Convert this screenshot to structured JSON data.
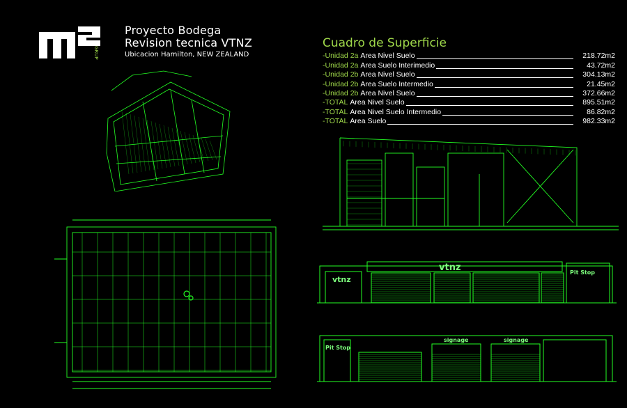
{
  "logo": {
    "mark": "m2",
    "sub": "GRUPO"
  },
  "header": {
    "line1": "Proyecto Bodega",
    "line2": "Revision tecnica VTNZ",
    "line3": "Ubicacion Hamilton, NEW ZEALAND"
  },
  "table": {
    "title": "Cuadro de Superficie",
    "rows": [
      {
        "dash": "- ",
        "unit": "Unidad 2a",
        "desc": "Area Nivel Suelo",
        "value": "218.72m2"
      },
      {
        "dash": "- ",
        "unit": "Unidad 2a",
        "desc": "Area Suelo Interimedio",
        "value": "43.72m2"
      },
      {
        "dash": "- ",
        "unit": "Unidad 2b",
        "desc": "Area Nivel Suelo",
        "value": "304.13m2"
      },
      {
        "dash": "- ",
        "unit": "Unidad 2b",
        "desc": "Area Suelo Intermedio",
        "value": "21.45m2"
      },
      {
        "dash": "- ",
        "unit": "Unidad 2b",
        "desc": "Area Nivel Suelo",
        "value": "372.66m2"
      },
      {
        "dash": "- ",
        "unit": "TOTAL",
        "desc": "Area Nivel Suelo",
        "value": "895.51m2"
      },
      {
        "dash": "- ",
        "unit": "TOTAL",
        "desc": "Area Nivel Suelo Intermedio",
        "value": "86.82m2"
      },
      {
        "dash": "- ",
        "unit": "TOTAL",
        "desc": " Area Suelo",
        "value": "982.33m2"
      }
    ]
  },
  "elevation1": {
    "brand": "vtnz",
    "storefront": "vtnz",
    "pitstop": "Pit Stop"
  },
  "elevation2": {
    "pitstop": "Pit Stop",
    "signage1": "signage",
    "signage2": "signage"
  },
  "colors": {
    "accent": "#9fd84a",
    "drawing": "#23ff23",
    "background": "#000000"
  }
}
